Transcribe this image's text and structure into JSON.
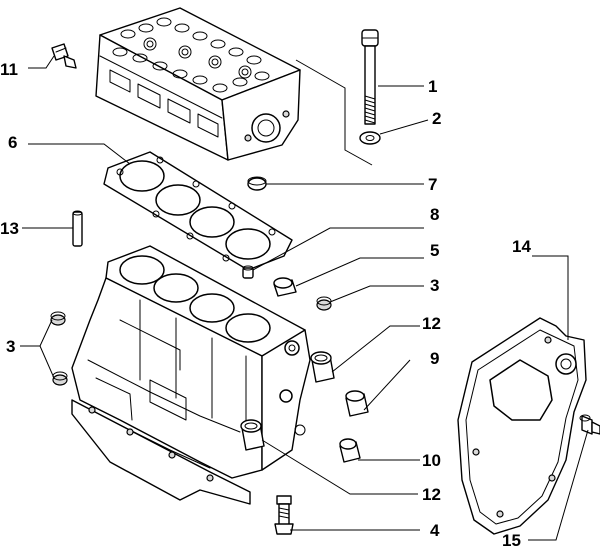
{
  "callouts": {
    "c1": "1",
    "c2": "2",
    "c3_right": "3",
    "c3_left": "3",
    "c4": "4",
    "c5": "5",
    "c6": "6",
    "c7": "7",
    "c8": "8",
    "c9": "9",
    "c10": "10",
    "c11": "11",
    "c12_upper": "12",
    "c12_lower": "12",
    "c13": "13",
    "c14": "14",
    "c15": "15"
  }
}
